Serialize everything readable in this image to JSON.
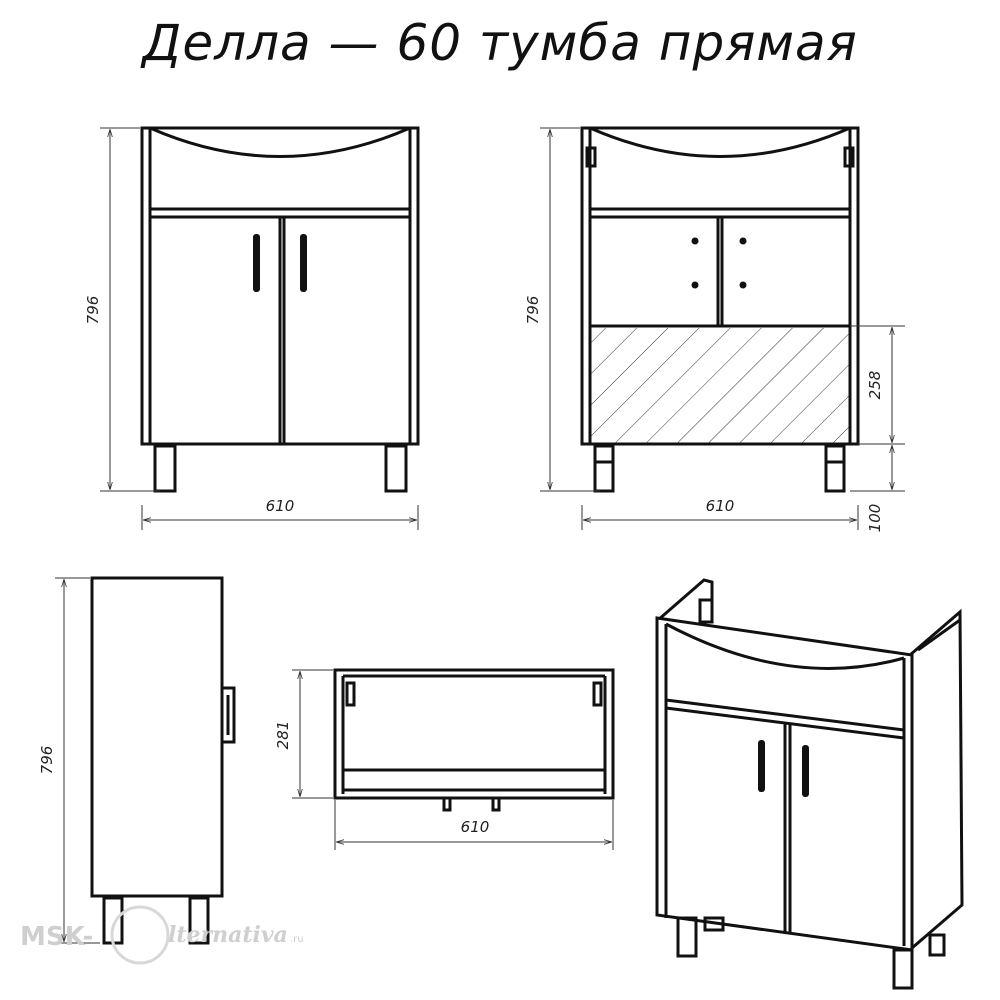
{
  "title": "Делла — 60 тумба прямая",
  "views": {
    "front": {
      "height": "796",
      "width": "610"
    },
    "back": {
      "height": "796",
      "width": "610",
      "cutout": "258",
      "legs": "100"
    },
    "side": {
      "height": "796"
    },
    "top": {
      "depth": "281",
      "width": "610"
    }
  },
  "watermark": {
    "brand": "MSK-",
    "script": "lternativa",
    "suffix": ".ru"
  },
  "colors": {
    "line": "#111111",
    "watermark": "#cfcfcf"
  }
}
